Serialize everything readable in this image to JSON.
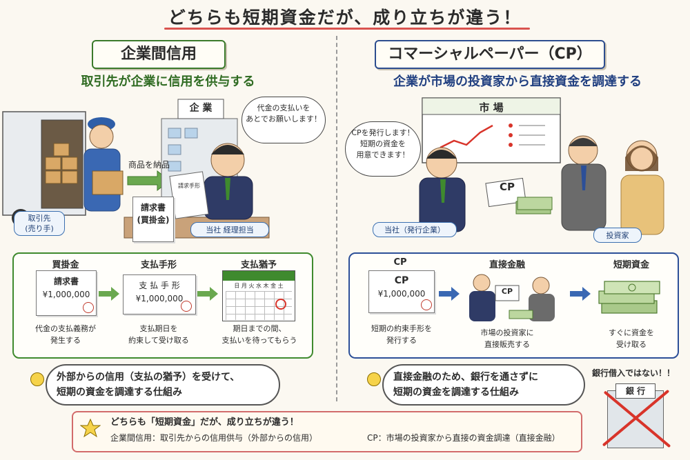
{
  "title": "どちらも短期資金だが、成り立ちが違う！",
  "left": {
    "heading": "企業間信用",
    "subtitle": "取引先が企業に信用を供与する",
    "company_sign": "企 業",
    "bubble": "代金の支払いを\nあとでお願いします！",
    "delivery_label": "商品を納品",
    "invoice_doc": "請求書\n(買掛金)",
    "small_doc": "請求手形",
    "supplier_tag": "取引先\n(売り手)",
    "company_tag": "当社 経理担当",
    "steps": [
      {
        "title": "買掛金",
        "doc_title": "請求書",
        "amount": "¥1,000,000",
        "desc": "代金の支払義務が\n発生する"
      },
      {
        "title": "支払手形",
        "doc_title": "支 払 手 形",
        "amount": "¥1,000,000",
        "desc": "支払期日を\n約束して受け取る"
      },
      {
        "title": "支払猶予",
        "calendar_days": "日 月 火 水 木 金 土",
        "desc": "期日までの間、\n支払いを待ってもらう"
      }
    ],
    "note": "外部からの信用（支払の猶予）を受けて、\n短期の資金を調達する仕組み"
  },
  "right": {
    "heading": "コマーシャルペーパー（CP）",
    "subtitle": "企業が市場の投資家から直接資金を調達する",
    "market_sign": "市 場",
    "bubble": "CPを発行します！\n短期の資金を\n用意できます！",
    "cp_card": "CP",
    "issuer_tag": "当社（発行企業）",
    "investor_tag": "投資家",
    "steps": [
      {
        "title": "CP",
        "doc_title": "CP",
        "amount": "¥1,000,000",
        "desc": "短期の約束手形を\n発行する"
      },
      {
        "title": "直接金融",
        "card": "CP",
        "desc": "市場の投資家に\n直接販売する"
      },
      {
        "title": "短期資金",
        "desc": "すぐに資金を\n受け取る"
      }
    ],
    "note": "直接金融のため、銀行を通さずに\n短期の資金を調達する仕組み"
  },
  "bank": {
    "caption": "銀行借入ではない！！",
    "sign": "銀 行"
  },
  "summary": {
    "line1": "どちらも「短期資金」だが、成り立ちが違う！",
    "left": "企業間信用：取引先からの信用供与（外部からの信用）",
    "right": "CP：市場の投資家から直接の資金調達（直接金融）"
  },
  "colors": {
    "green": "#3f8a2e",
    "blue": "#2c4f98",
    "red": "#d8342a"
  }
}
